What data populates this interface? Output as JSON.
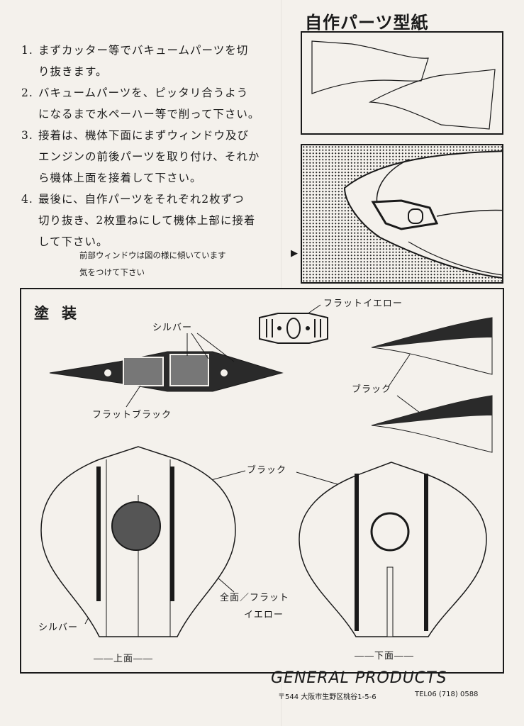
{
  "instructions": {
    "steps": [
      {
        "num": "1.",
        "lines": [
          "まずカッター等でバキュームパーツを切",
          "り抜きます。"
        ]
      },
      {
        "num": "2.",
        "lines": [
          "バキュームパーツを、ピッタリ合うよう",
          "になるまで水ペーハー等で削って下さい。"
        ]
      },
      {
        "num": "3.",
        "lines": [
          "接着は、機体下面にまずウィンドウ及び",
          "エンジンの前後パーツを取り付け、それか",
          "ら機体上面を接着して下さい。"
        ]
      },
      {
        "num": "4.",
        "lines": [
          "最後に、自作パーツをそれぞれ2枚ずつ",
          "切り抜き、2枚重ねにして機体上部に接着",
          "して下さい。"
        ]
      }
    ],
    "note": {
      "line1": "前部ウィンドウは図の様に傾いています",
      "line2": "気をつけて下さい",
      "arrow": "▶"
    }
  },
  "template": {
    "title": "自作パーツ型紙"
  },
  "painting": {
    "title": "塗装",
    "labels": {
      "silver_top": "シルバー",
      "flat_yellow": "フラットイエロー",
      "flat_black": "フラットブラック",
      "black_right": "ブラック",
      "black_center": "ブラック",
      "all_flat_yellow_1": "全面／フラット",
      "all_flat_yellow_2": "イエロー",
      "silver_bottom": "シルバー",
      "top_view": "――上面――",
      "bottom_view": "――下面――"
    }
  },
  "footer": {
    "logo": "GENERAL PRODUCTS",
    "address": "〒544 大阪市生野区桃谷1-5-6",
    "tel": "TEL06 (718) 0588"
  },
  "colors": {
    "ink": "#1a1a1a",
    "paper": "#f4f1ec"
  }
}
